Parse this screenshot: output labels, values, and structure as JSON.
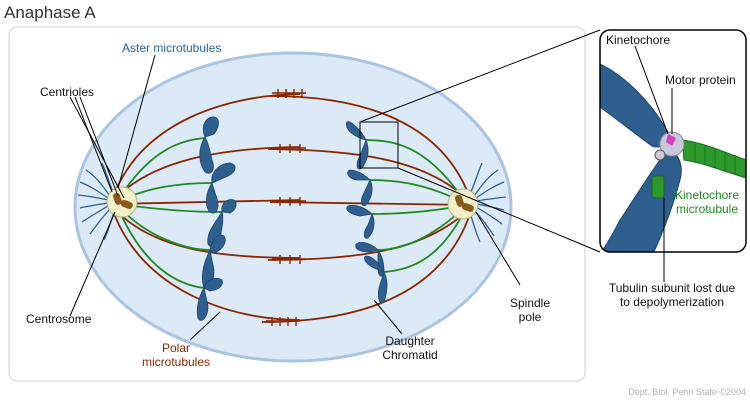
{
  "title": "Anaphase A",
  "labels": {
    "aster_microtubules": "Aster microtubules",
    "centrioles": "Centrioles",
    "centrosome": "Centrosome",
    "polar_microtubules_line1": "Polar",
    "polar_microtubules_line2": "microtubules",
    "daughter_chromatid_line1": "Daughter",
    "daughter_chromatid_line2": "Chromatid",
    "spindle_pole_line1": "Spindle",
    "spindle_pole_line2": "pole",
    "kinetochore": "Kinetochore",
    "motor_protein": "Motor protein",
    "kinetochore_microtubule_line1": "Kinetochore",
    "kinetochore_microtubule_line2": "microtubule",
    "tubulin_line1": "Tubulin subunit lost due",
    "tubulin_line2": "to depolymerization"
  },
  "credit": "Dept. Biol. Penn State ©2004",
  "colors": {
    "cell_fill": "#dce9f7",
    "cell_stroke": "#a9c4e2",
    "polar_microtubule": "#8b2500",
    "kinetochore_microtubule": "#1e8a1e",
    "aster": "#2a5f95",
    "chromatid": "#2e5f8f",
    "centrosome_fill": "#f3efc6",
    "centriole": "#8a5a1c",
    "motor_protein": "#d040c0"
  }
}
